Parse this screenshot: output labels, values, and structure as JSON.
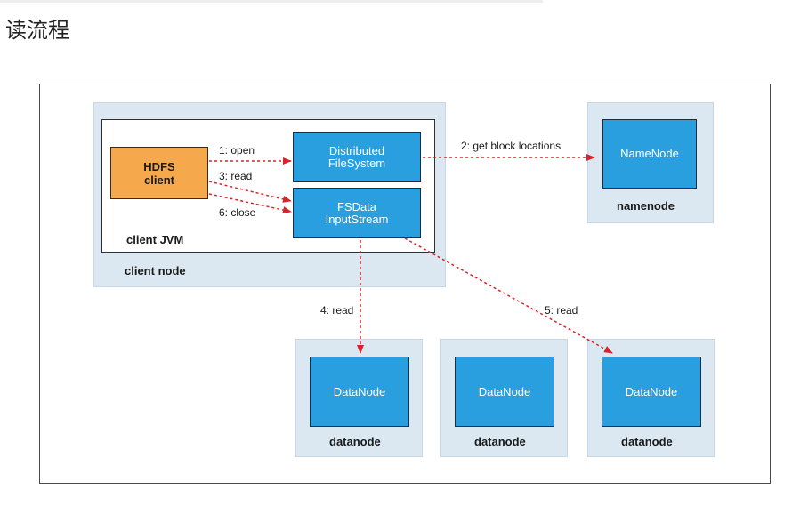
{
  "page": {
    "title": "读流程"
  },
  "diagram": {
    "client_node": {
      "label": "client node"
    },
    "client_jvm": {
      "label": "client JVM"
    },
    "hdfs_client": {
      "line1": "HDFS",
      "line2": "client"
    },
    "distributed_fs": {
      "line1": "Distributed",
      "line2": "FileSystem"
    },
    "fsdata_stream": {
      "line1": "FSData",
      "line2": "InputStream"
    },
    "namenode": {
      "box_label": "NameNode",
      "node_label": "namenode"
    },
    "datanodes": [
      {
        "box_label": "DataNode",
        "node_label": "datanode"
      },
      {
        "box_label": "DataNode",
        "node_label": "datanode"
      },
      {
        "box_label": "DataNode",
        "node_label": "datanode"
      }
    ],
    "edges": {
      "open": "1: open",
      "get_block_locations": "2: get block locations",
      "read3": "3: read",
      "read4": "4: read",
      "read5": "5: read",
      "close": "6: close"
    },
    "colors": {
      "arrow": "#d9232a",
      "blue": "#2a9fe0",
      "orange": "#f5a94c",
      "node_bg": "#dbe8f1"
    }
  }
}
